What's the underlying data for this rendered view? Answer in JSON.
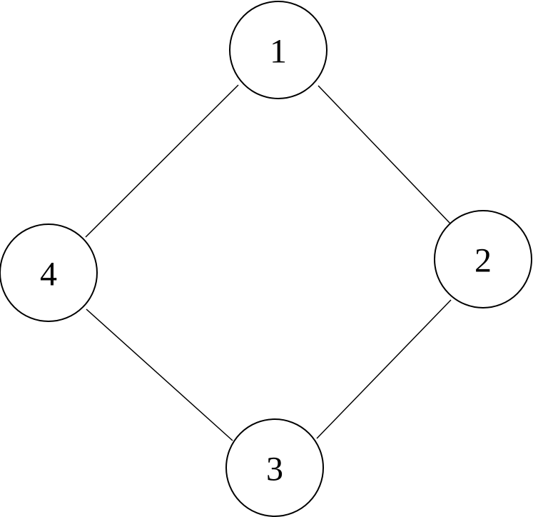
{
  "diagram": {
    "type": "undirected-graph",
    "nodes": [
      {
        "id": "n1",
        "label": "1"
      },
      {
        "id": "n2",
        "label": "2"
      },
      {
        "id": "n3",
        "label": "3"
      },
      {
        "id": "n4",
        "label": "4"
      }
    ],
    "edges": [
      {
        "from": "n1",
        "to": "n2"
      },
      {
        "from": "n2",
        "to": "n3"
      },
      {
        "from": "n3",
        "to": "n4"
      },
      {
        "from": "n4",
        "to": "n1"
      }
    ],
    "colors": {
      "stroke": "#000000",
      "fill": "#ffffff"
    }
  }
}
